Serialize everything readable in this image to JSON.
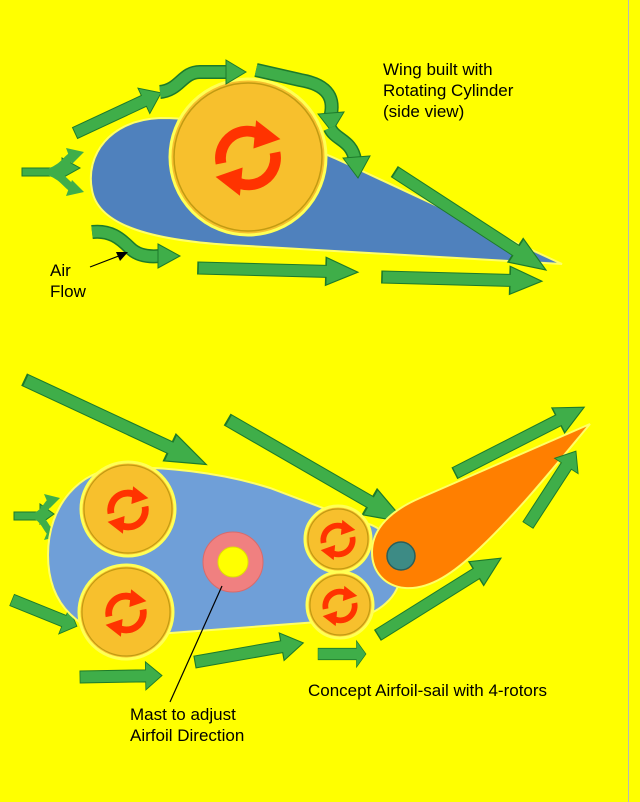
{
  "labels": {
    "wing_title": [
      "Wing built with",
      "Rotating Cylinder",
      "(side view)"
    ],
    "air_flow": [
      "Air",
      "Flow"
    ],
    "concept": "Concept Airfoil-sail with 4-rotors",
    "mast": [
      "Mast to adjust",
      "Airfoil Direction"
    ]
  },
  "colors": {
    "background": "#ffff00",
    "wing_body": "#4f81bd",
    "airfoil_body": "#6f9fd8",
    "cylinder_fill": "#f7c02d",
    "rotation_arrow": "#ff3300",
    "arrow_green": "#3fae49",
    "arrow_edge": "#1d7a2a",
    "sail_orange": "#ff7f00",
    "mast_ring": "#f08080",
    "pivot": "#3d8b85"
  },
  "icons": [
    "rotation-arrows-icon",
    "flow-arrow-icon",
    "wavy-flow-arrow-icon",
    "split-flow-arrow-icon"
  ]
}
